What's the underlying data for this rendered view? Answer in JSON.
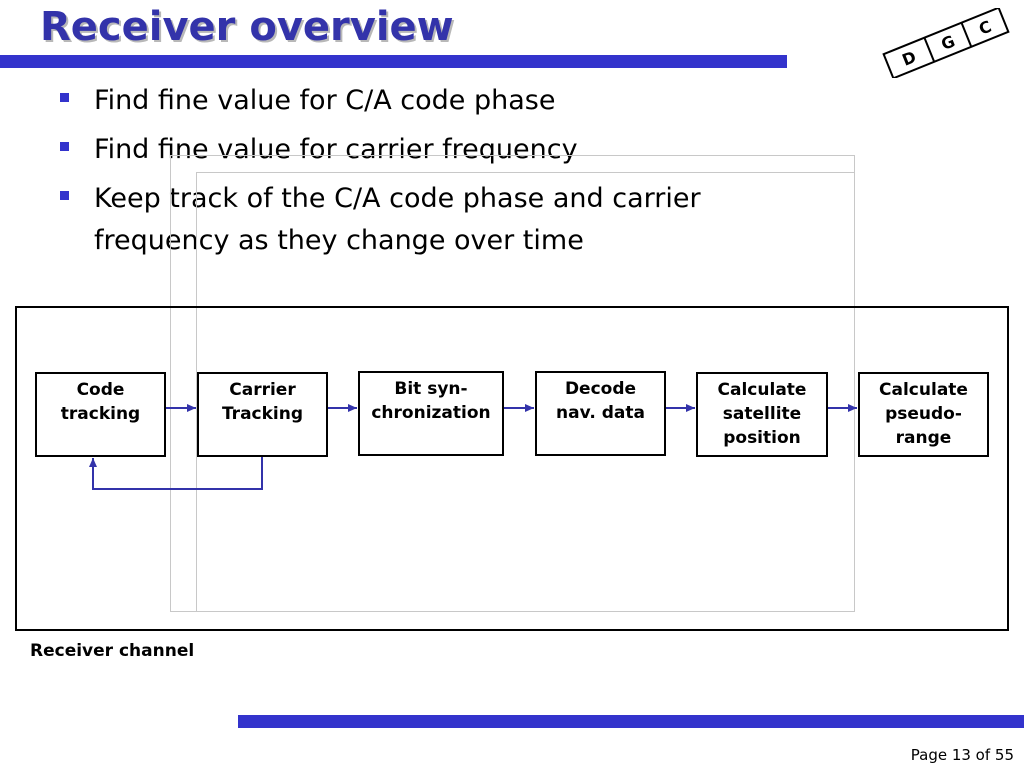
{
  "slide": {
    "title": "Receiver overview",
    "bullets": [
      "Find fine value for C/A code phase",
      "Find fine value for carrier frequency",
      "Keep track of the C/A code phase and carrier frequency as they change over time"
    ],
    "page_number": "Page 13 of 55"
  },
  "logo": {
    "letters": [
      "D",
      "G",
      "C"
    ]
  },
  "diagram": {
    "container_label": "Receiver channel",
    "blocks": [
      {
        "label": "Code\ntracking"
      },
      {
        "label": "Carrier\nTracking"
      },
      {
        "label": "Bit syn-\nchronization"
      },
      {
        "label": "Decode\nnav. data"
      },
      {
        "label": "Calculate\nsatellite\nposition"
      },
      {
        "label": "Calculate\npseudo-\nrange"
      }
    ],
    "arrow_color": "#3333aa",
    "feedback": "Carrier Tracking → Code tracking"
  },
  "colors": {
    "accent": "#3333cc",
    "title": "#3333aa"
  }
}
